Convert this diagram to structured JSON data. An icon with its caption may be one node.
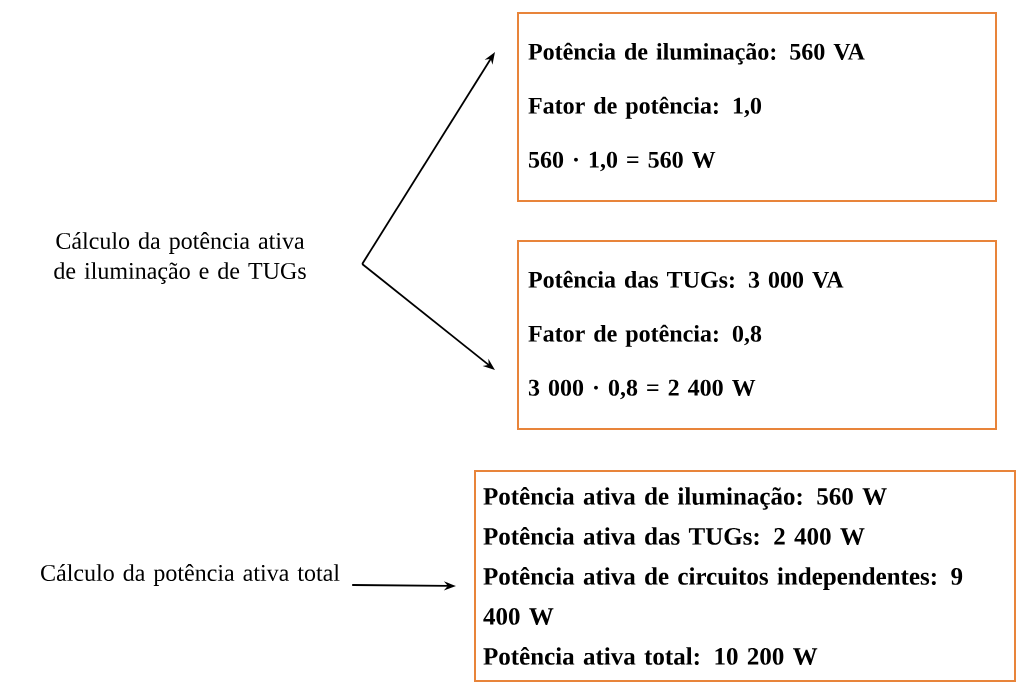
{
  "diagram": {
    "nodes": [
      {
        "text": [
          "Cálculo da potência ativa de iluminação e de TUGs"
        ]
      },
      {
        "text": [
          "Potência de iluminação: 560 VA",
          "Fator de potência: 1,0",
          "560 · 1,0 = 560 W"
        ]
      },
      {
        "text": [
          "Potência das TUGs: 3 000 VA",
          "Fator de potência: 0,8",
          "3 000 · 0,8 = 2 400 W"
        ]
      },
      {
        "text": [
          "Cálculo da potência ativa total"
        ]
      },
      {
        "text": [
          "Potência ativa de iluminação: 560 W",
          "Potência ativa das TUGs: 2 400 W",
          "Potência ativa de circuitos independentes: 9 400 W",
          "Potência ativa total: 10 200 W"
        ]
      }
    ],
    "edges": [
      {
        "from": 0,
        "to": 1,
        "arrow": "to"
      },
      {
        "from": 0,
        "to": 2,
        "arrow": "to"
      },
      {
        "from": 3,
        "to": 4,
        "arrow": "to"
      }
    ]
  }
}
